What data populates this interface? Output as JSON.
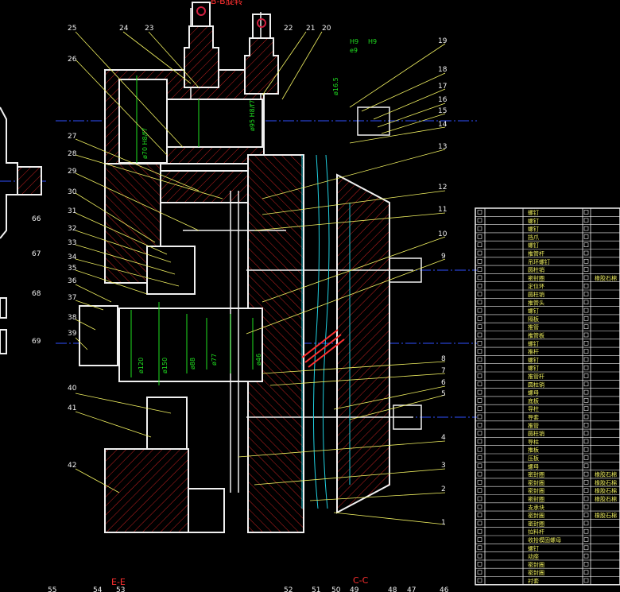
{
  "title_mark": "B-B旋转",
  "section_labels": [
    "E-E",
    "C-C"
  ],
  "fit_labels": {
    "top_h9": "H9",
    "top_h9_frac": "H9",
    "top_e9": "e9",
    "d70": "ø70 H8/f7",
    "d95": "ø95 H8/f7",
    "d120": "ø120",
    "d150": "ø150",
    "d88": "ø88",
    "d77": "ø77",
    "d46": "ø46",
    "d16": "ø16.5"
  },
  "callouts_left": [
    "25",
    "26",
    "24",
    "23",
    "27",
    "28",
    "29",
    "30",
    "31",
    "32",
    "33",
    "34",
    "35",
    "36",
    "37",
    "38",
    "39",
    "40",
    "41",
    "42"
  ],
  "callouts_right": [
    "22",
    "21",
    "20",
    "19",
    "18",
    "17",
    "16",
    "15",
    "14",
    "13",
    "12",
    "11",
    "10",
    "9",
    "8",
    "7",
    "6",
    "5",
    "4",
    "3",
    "2",
    "1"
  ],
  "side_labels": [
    "66",
    "67",
    "68",
    "69"
  ],
  "bottom_labels": [
    "55",
    "54",
    "53",
    "52",
    "51",
    "50",
    "49",
    "48",
    "47",
    "46"
  ],
  "bom_rows": [
    "螺钉",
    "螺钉",
    "螺钉",
    "挡爪",
    "螺钉",
    "推管杆",
    "吊环螺钉",
    "圆柱销",
    "密封圈",
    "定位环",
    "圆柱销",
    "推管头",
    "螺钉",
    "隔板",
    "推管",
    "推管板",
    "螺钉",
    "推杆",
    "螺钉",
    "螺钉",
    "推管杆",
    "圆柱销",
    "螺母",
    "底板",
    "导柱",
    "导套",
    "推管",
    "圆柱销",
    "导柱",
    "推板",
    "压板",
    "螺母",
    "密封圈",
    "密封圈",
    "密封圈",
    "密封圈",
    "支承块",
    "密封圈",
    "密封圈",
    "拉料杆",
    "收拾模固螺母",
    "螺钉",
    "动座",
    "密封圈",
    "密封圈",
    "衬套"
  ],
  "bom_material": [
    "橡胶石棉",
    "橡胶石棉",
    "橡胶石棉",
    "橡胶石棉",
    "橡胶石棉",
    "橡胶石棉"
  ]
}
